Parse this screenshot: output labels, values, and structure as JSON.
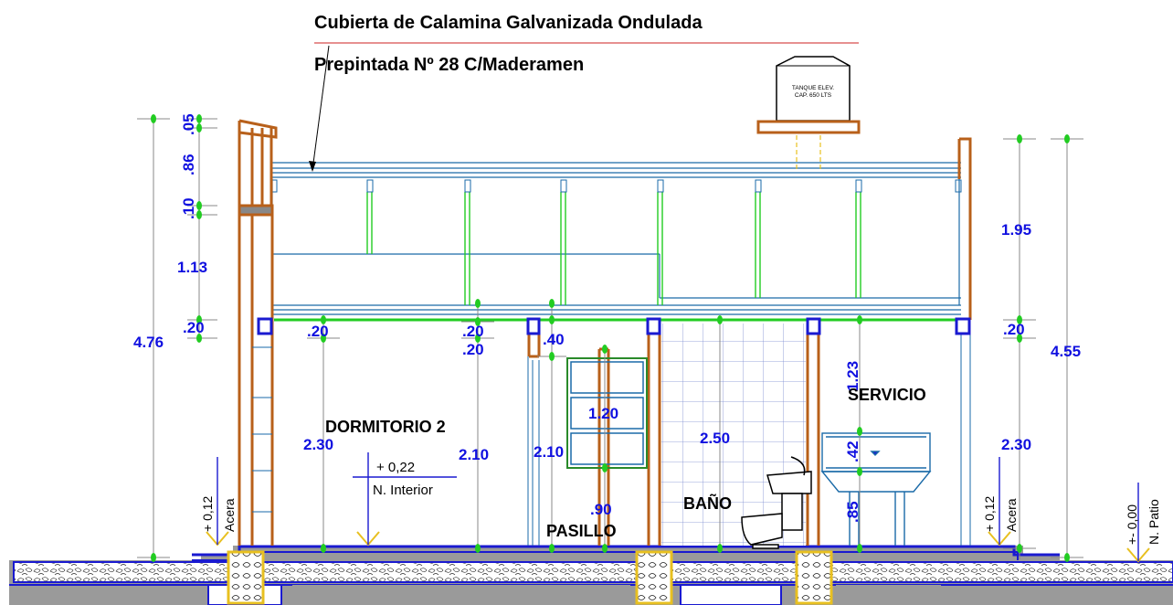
{
  "title": {
    "line1": "Cubierta de Calamina Galvanizada Ondulada",
    "line2": "Prepintada Nº 28 C/Maderamen"
  },
  "tank": {
    "line1": "TANQUE ELEV.",
    "line2": "CAP. 650 LTS"
  },
  "rooms": {
    "dormitorio": "DORMITORIO 2",
    "pasillo": "PASILLO",
    "bano": "BAÑO",
    "servicio": "SERVICIO"
  },
  "levels": {
    "interior_value": "+ 0,22",
    "interior_label": "N. Interior",
    "acera_left_value": "+ 0,12",
    "acera_left_label": "Acera",
    "acera_right_value": "+ 0,12",
    "acera_right_label": "Acera",
    "patio_value": "+- 0,00",
    "patio_label": "N. Patio"
  },
  "dimensions": {
    "left_05": ".05",
    "left_86": ".86",
    "left_10": ".10",
    "left_113": "1.13",
    "left_20": ".20",
    "left_476": "4.76",
    "dorm_20": ".20",
    "dorm_230": "2.30",
    "mid_20a": ".20",
    "mid_20b": ".20",
    "mid_210": "2.10",
    "pas_40": ".40",
    "pas_210": "2.10",
    "win_120": "1.20",
    "pas_90": ".90",
    "bano_250": "2.50",
    "serv_123": "1.23",
    "serv_42": ".42",
    "serv_85": ".85",
    "right_195": "1.95",
    "right_20": ".20",
    "right_230": "2.30",
    "right_455": "4.55"
  }
}
